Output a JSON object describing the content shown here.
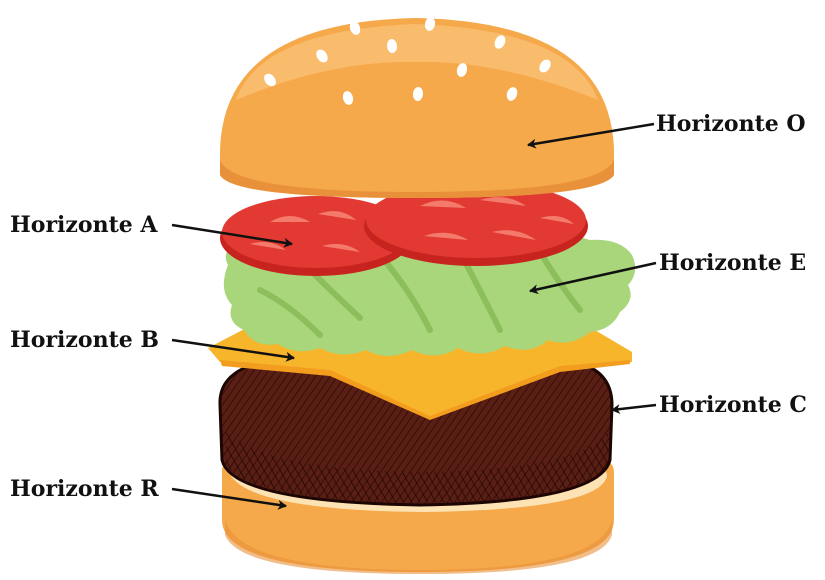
{
  "labels": {
    "o": "Horizonte O",
    "a": "Horizonte A",
    "e": "Horizonte E",
    "b": "Horizonte B",
    "c": "Horizonte C",
    "r": "Horizonte R"
  },
  "colors": {
    "bun": "#f6a94a",
    "bun_light": "#fbc37a",
    "bun_shadow": "#e8913a",
    "bun_inner": "#fde2b4",
    "sesame": "#ffffff",
    "tomato": "#e23a32",
    "tomato_dark": "#c8241f",
    "tomato_seed": "#f47a6c",
    "lettuce": "#a9d67a",
    "lettuce_dark": "#8cbf5c",
    "cheese": "#f7b52c",
    "cheese_dark": "#f39d1e",
    "patty": "#5a1f14",
    "patty_dark": "#2e0c06",
    "arrow": "#111111"
  }
}
